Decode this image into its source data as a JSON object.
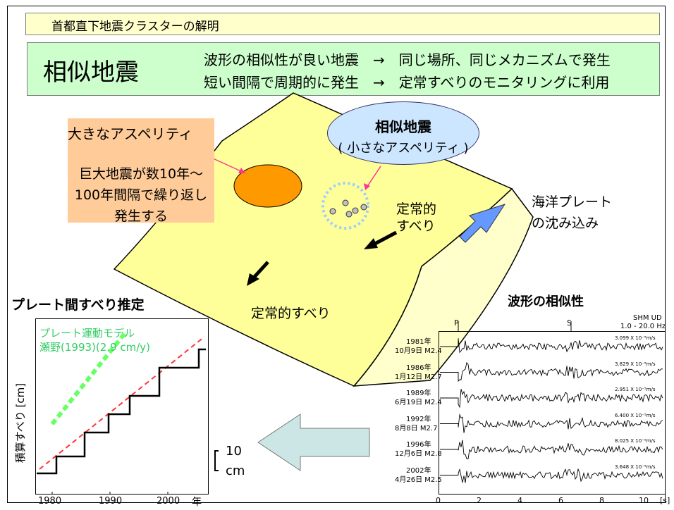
{
  "header": {
    "title": "首都直下地震クラスターの解明"
  },
  "summary": {
    "heading": "相似地震",
    "line1": "波形の相似性が良い地震　→　同じ場所、同じメカニズムで発生",
    "line2": "短い間隔で周期的に発生　→　定常すべりのモニタリングに利用"
  },
  "diagram": {
    "asperity_title": "大きなアスペリティ",
    "asperity_desc1": "巨大地震が数10年～",
    "asperity_desc2": "100年間隔で繰り返し",
    "asperity_desc3": "発生する",
    "similar_title": "相似地震",
    "similar_sub": "( 小さなアスペリティ )",
    "steady_slip_upper1": "定常的",
    "steady_slip_upper2": "すべり",
    "steady_slip_lower": "定常的すべり",
    "plate_label1": "海洋プレート",
    "plate_label2": "の沈み込み"
  },
  "slip_chart": {
    "title": "プレート間すべり推定",
    "model_label1": "プレート運動モデル",
    "model_label2": "瀬野(1993)(2.9 cm/y)",
    "ylabel": "積算すべり [cm]",
    "scale_value": "10",
    "scale_unit": "cm",
    "x_ticks": [
      "1980",
      "1990",
      "2000"
    ],
    "x_unit": "年"
  },
  "waveform": {
    "title": "波形の相似性",
    "station": "SHM  UD",
    "band": "1.0 - 20.0 Hz",
    "p_label": "P",
    "s_label": "S",
    "events": [
      {
        "date1": "1981年",
        "date2": "10月9日  M2.4",
        "amp": "3.099 X 10⁻⁵m/s"
      },
      {
        "date1": "1986年",
        "date2": "1月12日  M2.7",
        "amp": "3.829 X 10⁻⁵m/s"
      },
      {
        "date1": "1989年",
        "date2": "6月19日  M2.4",
        "amp": "2.951 X 10⁻⁵m/s"
      },
      {
        "date1": "1992年",
        "date2": "8月8日  M2.7",
        "amp": "6.400 X 10⁻⁵m/s"
      },
      {
        "date1": "1996年",
        "date2": "12月6日  M2.8",
        "amp": "8.025 X 10⁻⁵m/s"
      },
      {
        "date1": "2002年",
        "date2": "4月26日  M2.5",
        "amp": "3.648 X 10⁻⁵m/s"
      }
    ],
    "x_ticks": [
      "0",
      "2",
      "4",
      "6",
      "8",
      "10"
    ],
    "x_unit": "[s]"
  }
}
